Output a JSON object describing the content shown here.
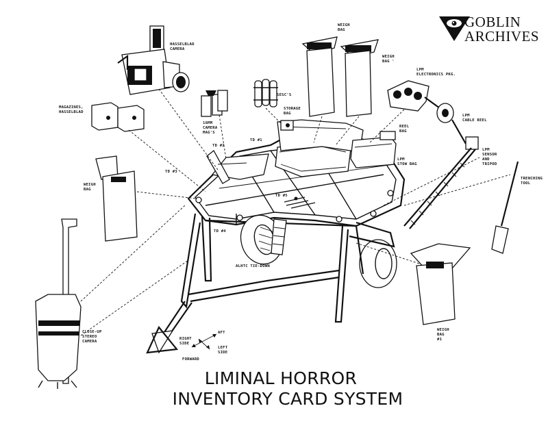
{
  "logo": {
    "line1": "GOBLIN",
    "line2": "ARCHIVES",
    "icon": "eye-triangle-icon"
  },
  "title": {
    "line1": "LIMINAL HORROR",
    "line2": "INVENTORY CARD SYSTEM"
  },
  "labels": {
    "hasselblad_camera": [
      "HASSELBLAD",
      "CAMERA"
    ],
    "magazines": [
      "MAGAZINES,",
      "HASSELBLAD"
    ],
    "camera_mags": [
      "16MM",
      "CAMERA",
      "MAG'S"
    ],
    "sesc": [
      "SESC'S"
    ],
    "storage_bag": [
      "STORAGE",
      "BAG"
    ],
    "weigh_bag_top": [
      "WEIGH",
      "BAG"
    ],
    "weigh_bag_prime": [
      "WEIGH",
      "BAG '"
    ],
    "lpm_electronics": [
      "LPM",
      "ELECTRONICS PKG."
    ],
    "reel_bag": [
      "REEL",
      "BAG"
    ],
    "lpm_cable_reel": [
      "LPM",
      "CABLE REEL"
    ],
    "lpm_stow_bag": [
      "LPM",
      "STOW BAG"
    ],
    "lpm_sensor": [
      "LPM",
      "SENSOR",
      "AND",
      "TRIPOD"
    ],
    "trenching_tool": [
      "TRENCHING",
      "TOOL"
    ],
    "weigh_bag_left": [
      "WEIGH",
      "BAG"
    ],
    "weigh_bag_right": [
      "WEIGH",
      "BAG",
      "#1"
    ],
    "td2": "TD #2",
    "td1": "TD #1",
    "td3": "TD #3",
    "td4": "TD #4",
    "td5": "TD #5",
    "tiedown": "ALHTC TIE-DOWN",
    "stereo_camera": [
      "CLOSE-UP",
      "STEREO",
      "CAMERA"
    ],
    "orient_right": [
      "RIGHT",
      "SIDE"
    ],
    "orient_aft": "AFT",
    "orient_left": [
      "LEFT",
      "SIDE"
    ],
    "orient_forward": "FORWARD"
  }
}
